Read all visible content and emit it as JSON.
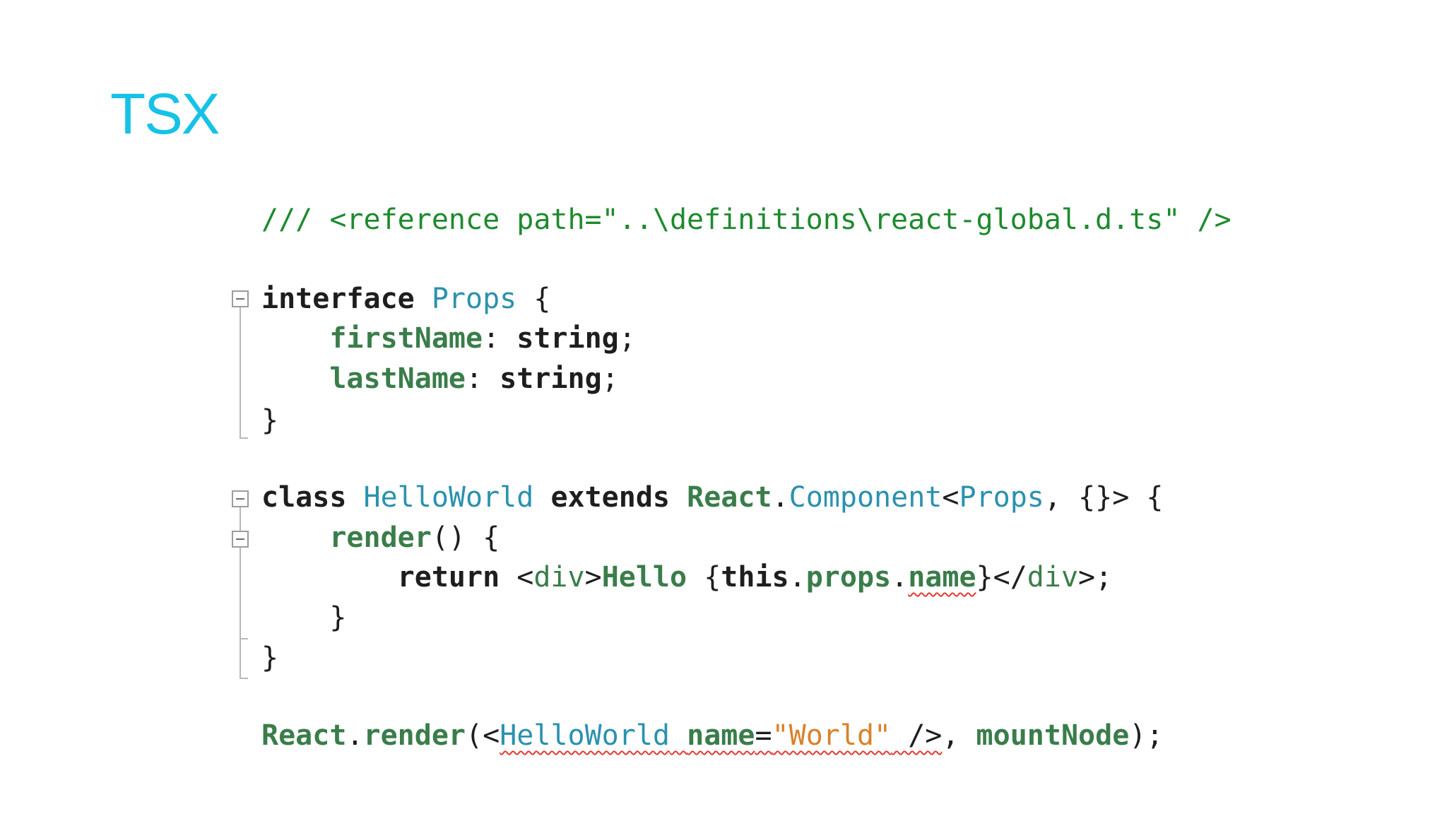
{
  "slide": {
    "title": "TSX"
  },
  "code": {
    "reference": "/// <reference path=\"..\\definitions\\react-global.d.ts\" />",
    "interface_kw": "interface",
    "interface_name": "Props",
    "open_brace": " {",
    "first_name_prop": "firstName",
    "last_name_prop": "lastName",
    "colon": ": ",
    "string_type": "string",
    "semicolon": ";",
    "close_brace": "}",
    "class_kw": "class",
    "class_name": "HelloWorld",
    "extends_kw": "extends",
    "react_ns": "React",
    "dot": ".",
    "component_type": "Component",
    "lt": "<",
    "generic_props": "Props",
    "generic_rest": ", {}> {",
    "render_method": "render",
    "render_sig": "() {",
    "return_kw": "return",
    "jsx_open_lt": "<",
    "div_tag": "div",
    "jsx_open_gt": ">",
    "hello_text": "Hello",
    "expr_open": " {",
    "this_kw": "this",
    "props_word": "props",
    "name_word": "name",
    "jsx_close_rest": "}</",
    "jsx_close_end": ">;",
    "render_call": "render",
    "paren_open": "(<",
    "component_tag": "HelloWorld",
    "name_attr": "name",
    "equals": "=",
    "world_string": "\"World\"",
    "self_close": " />",
    "comma": ", ",
    "mount_node": "mountNode",
    "call_end": ");"
  }
}
